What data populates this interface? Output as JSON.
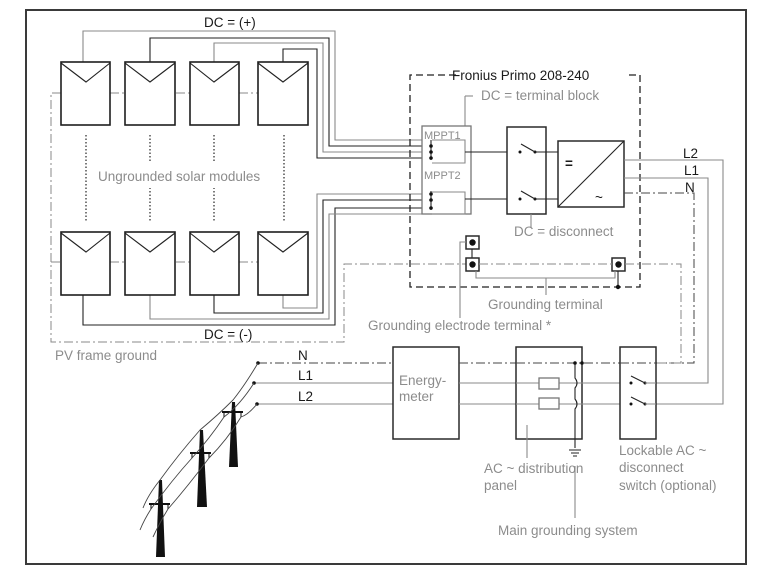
{
  "diagram": {
    "labels": {
      "dc_positive": "DC = (+)",
      "dc_negative": "DC = (-)",
      "inverter": "Fronius Primo 208-240",
      "terminal_block": "DC = terminal block",
      "mppt1": "MPPT1",
      "mppt2": "MPPT2",
      "solar_modules": "Ungrounded solar modules",
      "dc_disconnect": "DC = disconnect",
      "grounding_terminal": "Grounding terminal",
      "grounding_electrode": "Grounding electrode terminal *",
      "pv_frame_ground": "PV frame ground",
      "energy_meter_line1": "Energy-",
      "energy_meter_line2": "meter",
      "ac_panel_line1": "AC ~ distribution",
      "ac_panel_line2": "panel",
      "main_grounding": "Main grounding system",
      "ac_switch_line1": "Lockable AC ~",
      "ac_switch_line2": "disconnect",
      "ac_switch_line3": "switch (optional)",
      "inverter_dc_symbol": "=",
      "inverter_ac_symbol": "~"
    },
    "phases": {
      "grid": [
        "N",
        "L1",
        "L2"
      ],
      "inverter_out": [
        "L2",
        "L1",
        "N"
      ]
    },
    "modules": {
      "top_row_count": 4,
      "bottom_row_count": 4
    }
  }
}
